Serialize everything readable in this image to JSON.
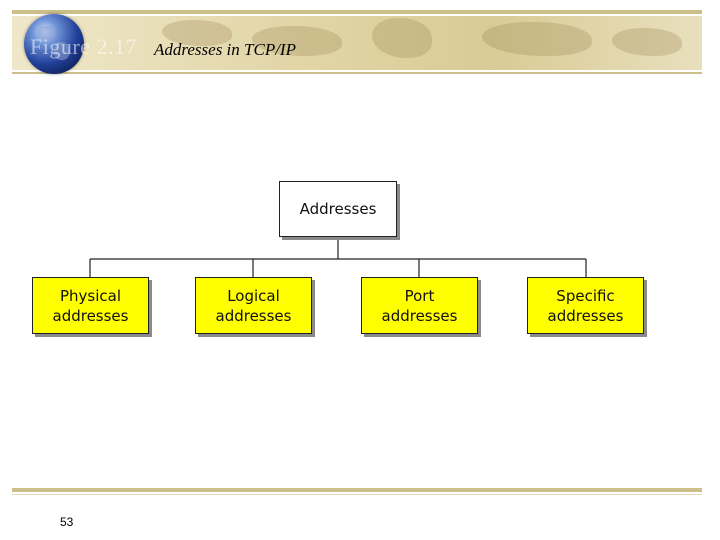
{
  "header": {
    "figure_number": "Figure 2.17",
    "title": "Addresses in TCP/IP"
  },
  "diagram": {
    "root": "Addresses",
    "children": [
      "Physical\naddresses",
      "Logical\naddresses",
      "Port\naddresses",
      "Specific\naddresses"
    ]
  },
  "footer": {
    "page_number": "53"
  },
  "colors": {
    "leaf_fill": "#ffff00",
    "root_fill": "#ffffff",
    "header_accent": "#cdbf8b"
  }
}
